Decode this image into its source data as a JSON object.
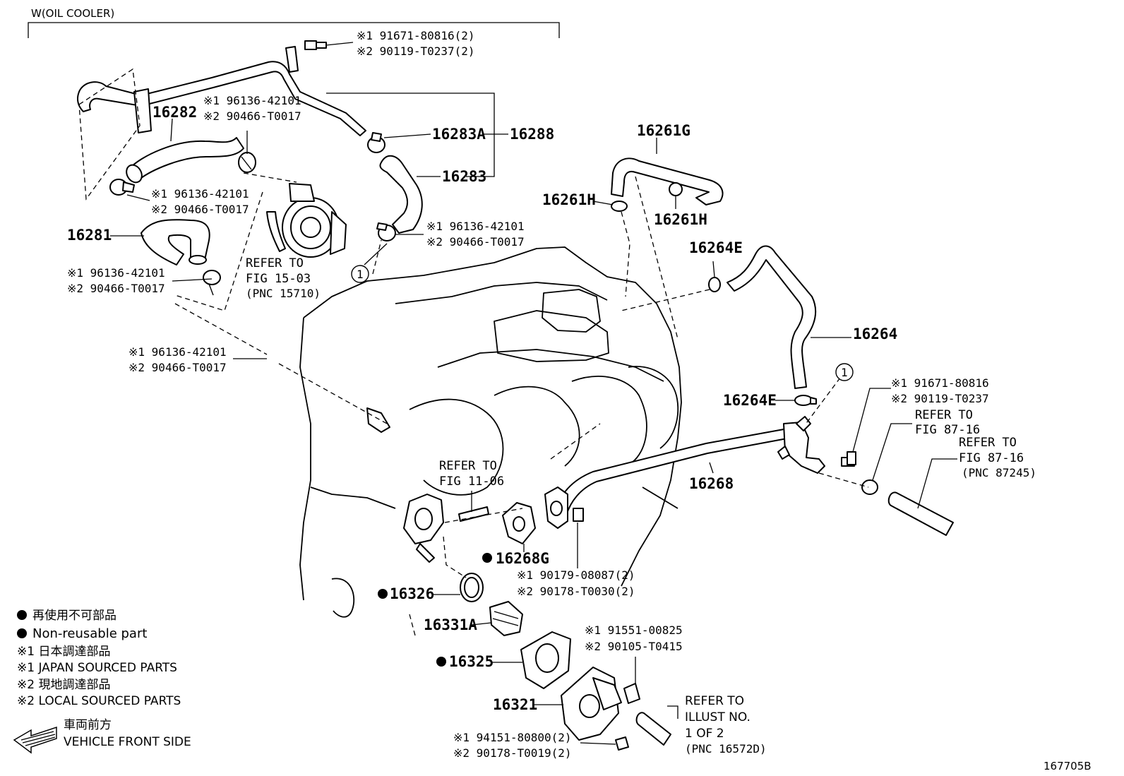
{
  "header": {
    "title": "W(OIL COOLER)"
  },
  "labels": {
    "p16282": "16282",
    "p16281": "16281",
    "p16283A": "16283A",
    "p16288": "16288",
    "p16283": "16283",
    "p16261G": "16261G",
    "p16261H_a": "16261H",
    "p16261H_b": "16261H",
    "p16264E_a": "16264E",
    "p16264": "16264",
    "p16264E_b": "16264E",
    "p16268": "16268",
    "p16268G": "16268G",
    "p16326": "16326",
    "p16331A": "16331A",
    "p16325": "16325",
    "p16321": "16321",
    "circle1_a": "1",
    "circle1_b": "1"
  },
  "subs": {
    "s1a": "※1 91671-80816(2)",
    "s1b": "※2 90119-T0237(2)",
    "s2a": "※1 96136-42101",
    "s2b": "※2 90466-T0017",
    "s3a": "※1 96136-42101",
    "s3b": "※2 90466-T0017",
    "s4a": "※1 96136-42101",
    "s4b": "※2 90466-T0017",
    "s5a": "※1 96136-42101",
    "s5b": "※2 90466-T0017",
    "s6a": "※1 96136-42101",
    "s6b": "※2 90466-T0017",
    "s7a": "※1 91671-80816",
    "s7b": "※2 90119-T0237",
    "s8a": "※1 90179-08087(2)",
    "s8b": "※2 90178-T0030(2)",
    "s9a": "※1 91551-00825",
    "s9b": "※2 90105-T0415",
    "s10a": "※1 94151-80800(2)",
    "s10b": "※2 90178-T0019(2)"
  },
  "refers": {
    "r1a": "REFER TO",
    "r1b": "FIG 15-03",
    "r1c": "(PNC 15710)",
    "r2a": "REFER TO",
    "r2b": "FIG 87-16",
    "r3a": "REFER TO",
    "r3b": "FIG 87-16",
    "r3c": "(PNC 87245)",
    "r4a": "REFER TO",
    "r4b": "FIG 11-06",
    "r5a": "REFER TO",
    "r5b": "ILLUST NO.",
    "r5c": "1 OF 2",
    "r5d": "(PNC 16572D)"
  },
  "legend": {
    "l1": "再使用不可部品",
    "l2": "Non-reusable part",
    "l3": "※1 日本調達部品",
    "l4": "※1 JAPAN SOURCED PARTS",
    "l5": "※2 現地調達部品",
    "l6": "※2 LOCAL SOURCED PARTS"
  },
  "front": {
    "jp": "車両前方",
    "en": "VEHICLE FRONT SIDE"
  },
  "illustration_id": "167705B"
}
